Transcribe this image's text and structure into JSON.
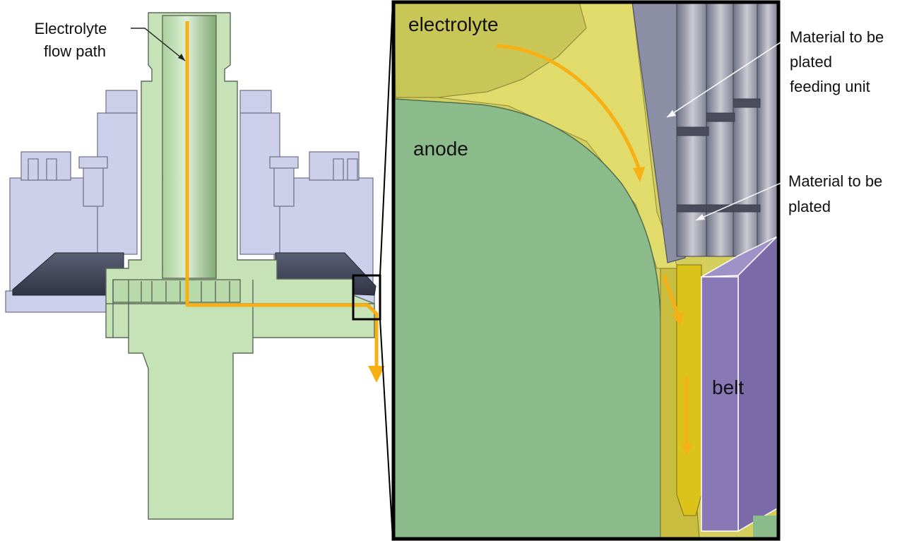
{
  "left_view": {
    "callout_label_line1": "Electrolyte",
    "callout_label_line2": "flow path"
  },
  "detail_view": {
    "electrolyte_label": "electrolyte",
    "anode_label": "anode",
    "belt_label": "belt",
    "feeding_unit_label_line1": "Material to be",
    "feeding_unit_label_line2": "plated",
    "feeding_unit_label_line3": "feeding unit",
    "material_label_line1": "Material to be",
    "material_label_line2": "plated"
  },
  "colors": {
    "housing_green": "#c6e3b8",
    "housing_outline": "#5c6a58",
    "fixture_lavender": "#cdd0ea",
    "plate_dark": "#4d5366",
    "flow_orange": "#f6b013",
    "anode_green": "#8bbb8a",
    "electrolyte_yellow": "#d4cf5d",
    "feeding_gray": "#8c8ea6",
    "belt_purple": "#8878b6",
    "strip_yellow": "#dbc31a"
  }
}
